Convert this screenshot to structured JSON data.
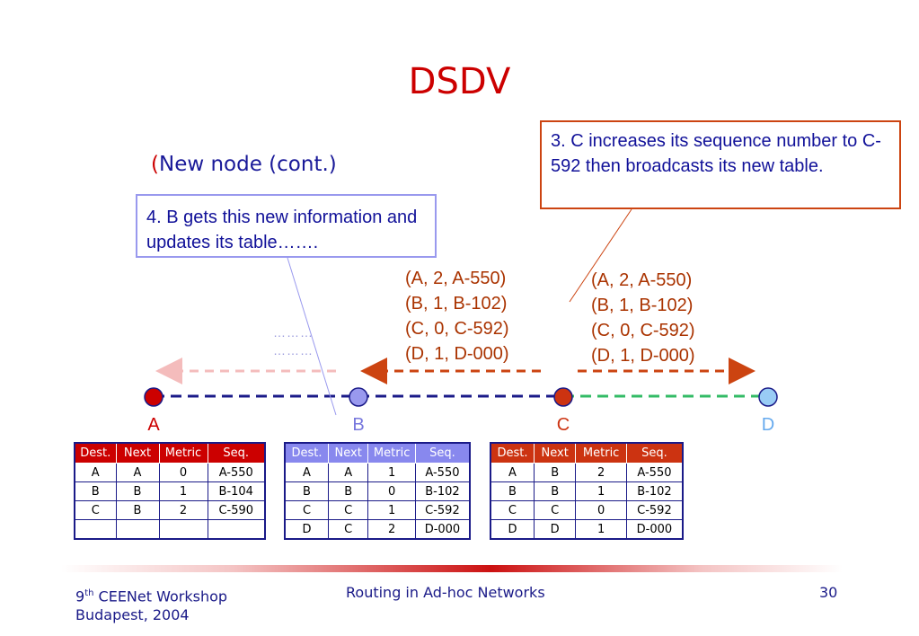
{
  "title": "DSDV",
  "subtitle": {
    "paren": "(",
    "text": "New node (cont.)"
  },
  "callouts": {
    "b": "4. B gets this new information and updates its table…….",
    "c": "3. C increases its sequence number to C-592 then broadcasts its new table."
  },
  "messages": {
    "left": [
      "(A, 2, A-550)",
      "(B, 1, B-102)",
      "(C, 0, C-592)",
      "(D, 1, D-000)"
    ],
    "right": [
      "(A, 2, A-550)",
      "(B, 1, B-102)",
      "(C, 0, C-592)",
      "(D, 1, D-000)"
    ]
  },
  "dots": [
    "………",
    "………"
  ],
  "nodes": [
    "A",
    "B",
    "C",
    "D"
  ],
  "table_headers": [
    "Dest.",
    "Next",
    "Metric",
    "Seq."
  ],
  "tables": {
    "a": [
      [
        "A",
        "A",
        "0",
        "A-550"
      ],
      [
        "B",
        "B",
        "1",
        "B-104"
      ],
      [
        "C",
        "B",
        "2",
        "C-590"
      ],
      [
        "",
        "",
        "",
        ""
      ]
    ],
    "b": [
      [
        "A",
        "A",
        "1",
        "A-550"
      ],
      [
        "B",
        "B",
        "0",
        "B-102"
      ],
      [
        "C",
        "C",
        "1",
        "C-592"
      ],
      [
        "D",
        "C",
        "2",
        "D-000"
      ]
    ],
    "c": [
      [
        "A",
        "B",
        "2",
        "A-550"
      ],
      [
        "B",
        "B",
        "1",
        "B-102"
      ],
      [
        "C",
        "C",
        "0",
        "C-592"
      ],
      [
        "D",
        "D",
        "1",
        "D-000"
      ]
    ]
  },
  "footer": {
    "ordinal": "9",
    "ordinal_sup": "th",
    "event": " CEENet Workshop",
    "place": "Budapest, 2004",
    "center": "Routing in Ad-hoc Networks",
    "page": "30"
  },
  "colors": {
    "title": "#cc0000",
    "node_a": "#cc0000",
    "node_b": "#9999ee",
    "node_c": "#cc3311",
    "node_d": "#99ccf5",
    "link_ab_bc": "#1a1a88",
    "link_cd": "#33bb66",
    "broadcast_arrow": "#cc4411",
    "faded_arrow": "#f4bcbc"
  }
}
